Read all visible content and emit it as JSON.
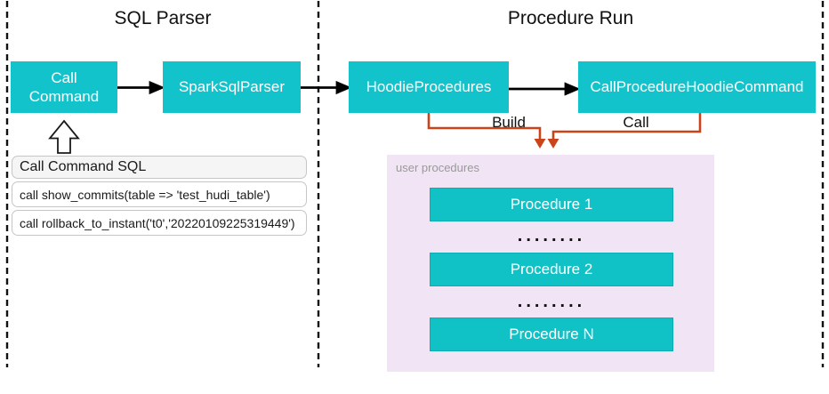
{
  "diagram": {
    "sections": {
      "sql_parser": {
        "title": "SQL Parser"
      },
      "procedure_run": {
        "title": "Procedure Run"
      }
    },
    "nodes": {
      "call_command": "Call Command",
      "spark_sql_parser": "SparkSqlParser",
      "hoodie_procedures": "HoodieProcedures",
      "call_procedure_hoodie_command": "CallProcedureHoodieCommand"
    },
    "edge_labels": {
      "build": "Build",
      "call": "Call"
    },
    "sql_panel": {
      "header": "Call Command SQL",
      "rows": [
        "call show_commits(table => 'test_hudi_table')",
        "call rollback_to_instant('t0','20220109225319449')"
      ]
    },
    "procedures_panel": {
      "label": "user procedures",
      "items": [
        "Procedure 1",
        "Procedure 2",
        "Procedure N"
      ],
      "separator_dots": "........"
    },
    "colors": {
      "teal": "#13c3cb",
      "orange": "#cb4318",
      "panel_purple": "#f1e5f5",
      "sql_header_bg": "#f5f5f5",
      "muted_text": "#999999"
    }
  }
}
